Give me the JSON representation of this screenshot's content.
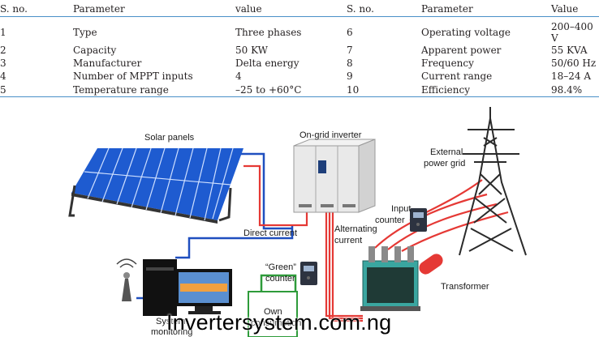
{
  "table": {
    "headers": [
      "S. no.",
      "Parameter",
      "value",
      "S. no.",
      "Parameter",
      "Value"
    ],
    "rows": [
      [
        "1",
        "Type",
        "Three phases",
        "6",
        "Operating voltage",
        "200–400 V"
      ],
      [
        "2",
        "Capacity",
        "50 KW",
        "7",
        "Apparent power",
        "55 KVA"
      ],
      [
        "3",
        "Manufacturer",
        "Delta energy",
        "8",
        "Frequency",
        "50/60 Hz"
      ],
      [
        "4",
        "Number of MPPT inputs",
        "4",
        "9",
        "Current range",
        "18–24 A"
      ],
      [
        "5",
        "Temperature range",
        "–25 to +60°C",
        "10",
        "Efficiency",
        "98.4%"
      ]
    ]
  },
  "diagram": {
    "solar_panels": "Solar panels",
    "inverter": "On-grid inverter",
    "grid_line1": "External",
    "grid_line2": "power grid",
    "input_counter_line1": "Input",
    "input_counter_line2": "counter",
    "direct_current": "Direct current",
    "ac_line1": "Alternating",
    "ac_line2": "current",
    "green_counter_line1": "“Green”",
    "green_counter_line2": "counter",
    "transformer": "Transformer",
    "monitoring_line1": "System",
    "monitoring_line2": "monitoring",
    "own_line1": "Own",
    "own_line2": "consumption"
  },
  "watermark": "Invertersystem.com.ng",
  "colors": {
    "rule": "#4a90c8",
    "dc_wire": "#1f4fbf",
    "ac_wire": "#e53935",
    "green_box": "#2e9b3a",
    "panel": "#1e5bd0"
  }
}
